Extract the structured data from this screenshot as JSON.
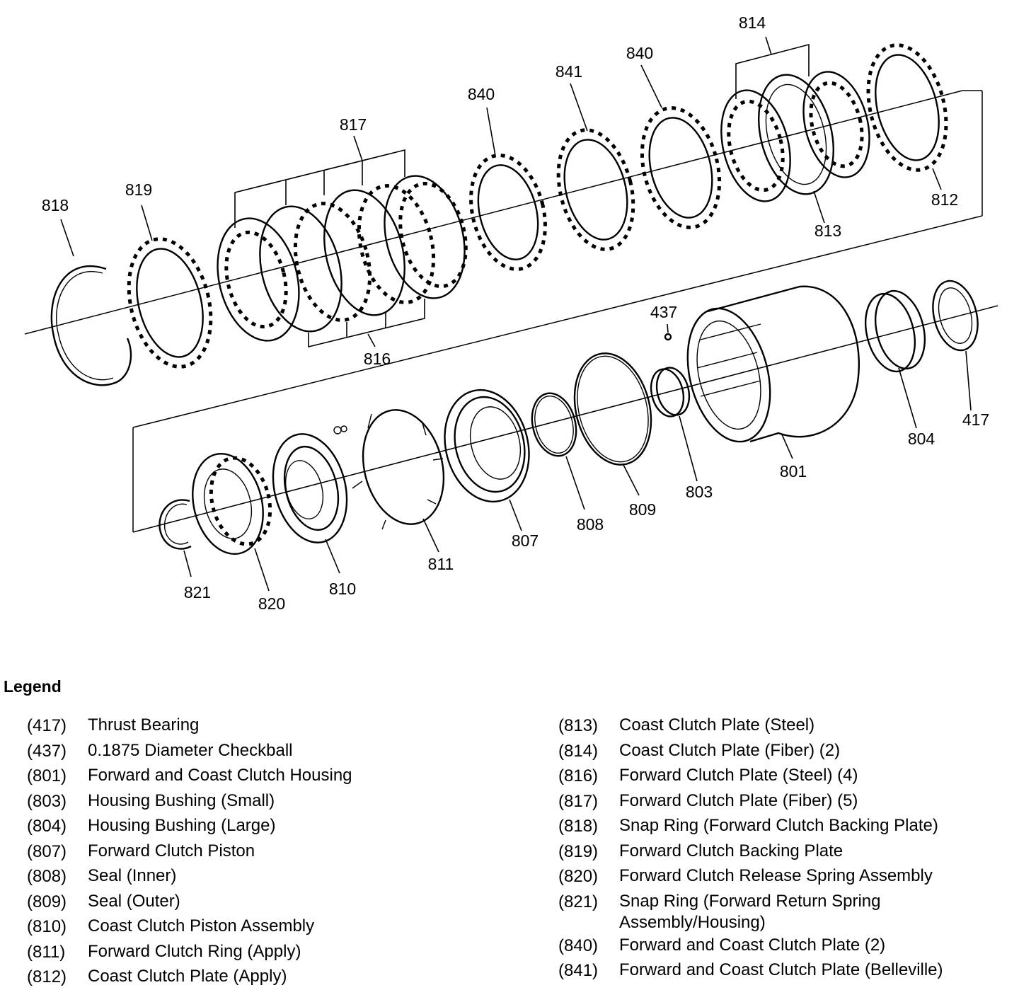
{
  "diagram": {
    "callouts": {
      "c818": "818",
      "c819": "819",
      "c817": "817",
      "c816": "816",
      "c840a": "840",
      "c841": "841",
      "c840b": "840",
      "c814": "814",
      "c813": "813",
      "c812": "812",
      "c437": "437",
      "c804": "804",
      "c417": "417",
      "c801": "801",
      "c803": "803",
      "c809": "809",
      "c808": "808",
      "c807": "807",
      "c811": "811",
      "c810": "810",
      "c820": "820",
      "c821": "821"
    }
  },
  "legend": {
    "title": "Legend",
    "left": [
      {
        "num": "(417)",
        "desc": "Thrust Bearing"
      },
      {
        "num": "(437)",
        "desc": "0.1875 Diameter Checkball"
      },
      {
        "num": "(801)",
        "desc": "Forward and Coast Clutch Housing"
      },
      {
        "num": "(803)",
        "desc": "Housing Bushing (Small)"
      },
      {
        "num": "(804)",
        "desc": "Housing Bushing (Large)"
      },
      {
        "num": "(807)",
        "desc": "Forward Clutch Piston"
      },
      {
        "num": "(808)",
        "desc": "Seal (Inner)"
      },
      {
        "num": "(809)",
        "desc": "Seal (Outer)"
      },
      {
        "num": "(810)",
        "desc": "Coast Clutch Piston Assembly"
      },
      {
        "num": "(811)",
        "desc": "Forward Clutch Ring (Apply)"
      },
      {
        "num": "(812)",
        "desc": "Coast Clutch Plate (Apply)"
      }
    ],
    "right": [
      {
        "num": "(813)",
        "desc": "Coast Clutch Plate (Steel)"
      },
      {
        "num": "(814)",
        "desc": "Coast Clutch Plate (Fiber) (2)"
      },
      {
        "num": "(816)",
        "desc": "Forward Clutch Plate (Steel) (4)"
      },
      {
        "num": "(817)",
        "desc": "Forward Clutch Plate (Fiber) (5)"
      },
      {
        "num": "(818)",
        "desc": "Snap Ring (Forward Clutch Backing Plate)"
      },
      {
        "num": "(819)",
        "desc": "Forward Clutch Backing Plate"
      },
      {
        "num": "(820)",
        "desc": "Forward Clutch Release Spring Assembly"
      },
      {
        "num": "(821)",
        "desc": "Snap Ring (Forward Return Spring\nAssembly/Housing)"
      },
      {
        "num": "(840)",
        "desc": "Forward and Coast Clutch Plate (2)"
      },
      {
        "num": "(841)",
        "desc": "Forward and Coast Clutch Plate (Belleville)"
      }
    ]
  }
}
